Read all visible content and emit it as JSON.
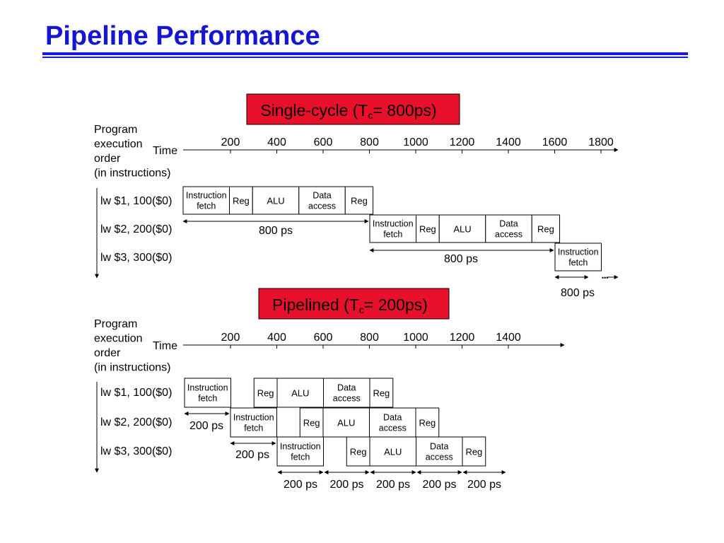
{
  "title": "Pipeline Performance",
  "colors": {
    "title": "#1515d6",
    "banner_fill": "#e8102a",
    "text": "#000000"
  },
  "sections": [
    {
      "id": "single",
      "banner": {
        "main": "Single-cycle (T",
        "sub": "c",
        "suffix": "= 800ps)"
      },
      "order_label": [
        "Program",
        "execution",
        "order",
        "(in instructions)"
      ],
      "time_label": "Time",
      "ticks": [
        "200",
        "400",
        "600",
        "800",
        "1000",
        "1200",
        "1400",
        "1600",
        "1800"
      ],
      "instructions": [
        "lw  $1, 100($0)",
        "lw  $2, 200($0)",
        "lw  $3, 300($0)"
      ],
      "stages": [
        [
          [
            "Instruction",
            "fetch"
          ],
          [
            "Reg"
          ],
          [
            "ALU"
          ],
          [
            "Data",
            "access"
          ],
          [
            "Reg"
          ]
        ],
        [
          [
            "Instruction",
            "fetch"
          ],
          [
            "Reg"
          ],
          [
            "ALU"
          ],
          [
            "Data",
            "access"
          ],
          [
            "Reg"
          ]
        ],
        [
          [
            "Instruction",
            "fetch"
          ]
        ]
      ],
      "durations": [
        "800 ps",
        "800 ps",
        "800 ps"
      ]
    },
    {
      "id": "pipe",
      "banner": {
        "main": "Pipelined (T",
        "sub": "c",
        "suffix": "= 200ps)"
      },
      "order_label": [
        "Program",
        "execution",
        "order",
        "(in instructions)"
      ],
      "time_label": "Time",
      "ticks": [
        "200",
        "400",
        "600",
        "800",
        "1000",
        "1200",
        "1400"
      ],
      "instructions": [
        "lw  $1, 100($0)",
        "lw  $2, 200($0)",
        "lw  $3, 300($0)"
      ],
      "stages": [
        [
          [
            "Instruction",
            "fetch"
          ],
          [
            "Reg"
          ],
          [
            "ALU"
          ],
          [
            "Data",
            "access"
          ],
          [
            "Reg"
          ]
        ],
        [
          [
            "Instruction",
            "fetch"
          ],
          [
            "Reg"
          ],
          [
            "ALU"
          ],
          [
            "Data",
            "access"
          ],
          [
            "Reg"
          ]
        ],
        [
          [
            "Instruction",
            "fetch"
          ],
          [
            "Reg"
          ],
          [
            "ALU"
          ],
          [
            "Data",
            "access"
          ],
          [
            "Reg"
          ]
        ]
      ],
      "durations": [
        "200 ps",
        "200 ps",
        "200 ps",
        "200 ps",
        "200 ps",
        "200 ps",
        "200 ps"
      ]
    }
  ]
}
